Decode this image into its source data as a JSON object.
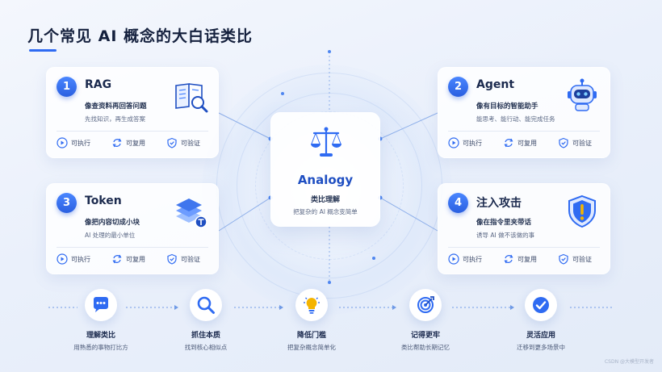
{
  "title": "几个常见 AI 概念的大白话类比",
  "colors": {
    "accent": "#2f6bf2",
    "text_dark": "#1b2a4e",
    "text_muted": "#5a6784",
    "warning": "#f4b400"
  },
  "center": {
    "title": "Analogy",
    "subtitle": "类比理解",
    "description": "把复杂的 AI 概念变简单",
    "icon": "balance-scale-icon"
  },
  "cards": [
    {
      "num": "1",
      "title": "RAG",
      "subtitle": "像查资料再回答问题",
      "description": "先找知识，再生成答案",
      "icon": "book-search-icon",
      "tags": [
        "可执行",
        "可复用",
        "可验证"
      ]
    },
    {
      "num": "2",
      "title": "Agent",
      "subtitle": "像有目标的智能助手",
      "description": "能思考、能行动、能完成任务",
      "icon": "robot-icon",
      "tags": [
        "可执行",
        "可复用",
        "可验证"
      ]
    },
    {
      "num": "3",
      "title": "Token",
      "subtitle": "像把内容切成小块",
      "description": "AI 处理的最小单位",
      "icon": "token-stack-icon",
      "tags": [
        "可执行",
        "可复用",
        "可验证"
      ]
    },
    {
      "num": "4",
      "title": "注入攻击",
      "subtitle": "像在指令里夹带话",
      "description": "诱导 AI 做不该做的事",
      "icon": "shield-alert-icon",
      "tags": [
        "可执行",
        "可复用",
        "可验证"
      ]
    }
  ],
  "steps": [
    {
      "title": "理解类比",
      "description": "用熟悉的事物打比方",
      "icon": "chat-bubble-icon"
    },
    {
      "title": "抓住本质",
      "description": "找到核心相似点",
      "icon": "magnifier-icon"
    },
    {
      "title": "降低门槛",
      "description": "把复杂概念简单化",
      "icon": "lightbulb-icon"
    },
    {
      "title": "记得更牢",
      "description": "类比帮助长期记忆",
      "icon": "target-icon"
    },
    {
      "title": "灵活应用",
      "description": "迁移到更多场景中",
      "icon": "check-circle-icon"
    }
  ],
  "watermark": "CSDN @大模型开发者"
}
